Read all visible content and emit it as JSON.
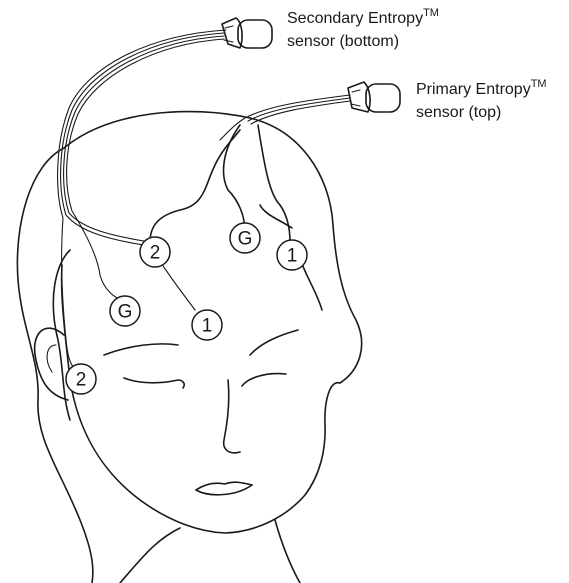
{
  "labels": {
    "secondary": {
      "name": "Secondary Entropy",
      "mark": "TM",
      "position": "sensor (bottom)"
    },
    "primary": {
      "name": "Primary Entropy",
      "mark": "TM",
      "position": "sensor (top)"
    }
  },
  "electrodes": {
    "primary_1": "1",
    "primary_2": "2",
    "primary_g": "G",
    "secondary_1": "1",
    "secondary_2": "2",
    "secondary_g": "G"
  }
}
